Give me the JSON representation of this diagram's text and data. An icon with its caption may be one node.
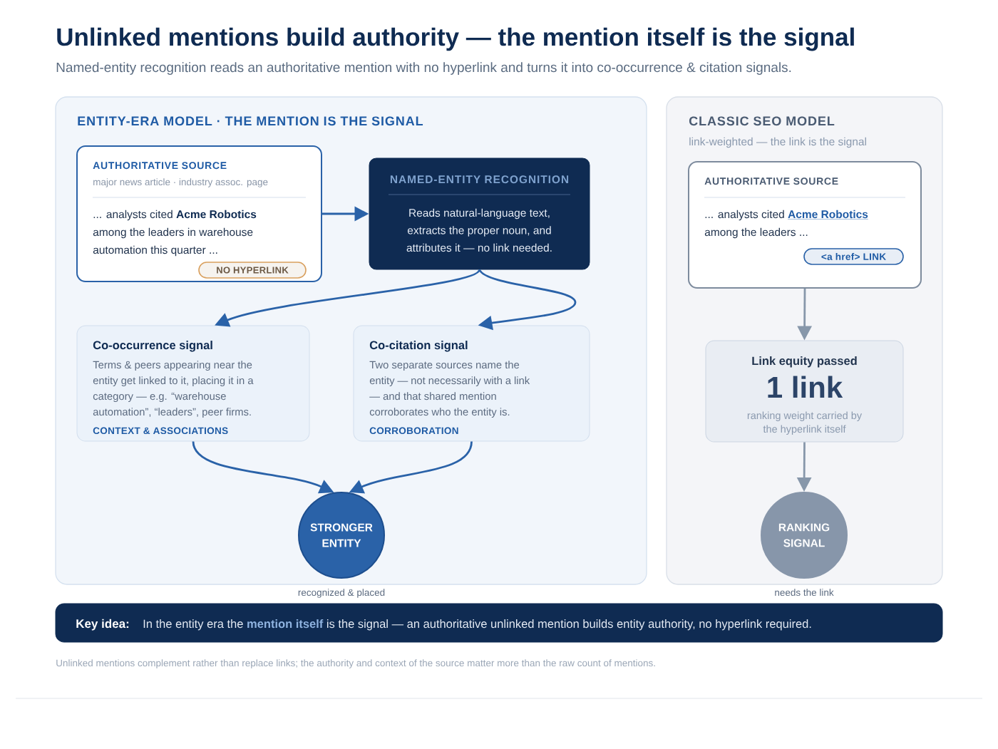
{
  "diagram": {
    "title": "Unlinked mentions build authority — the mention itself is the signal",
    "nodes": [
      {
        "text": [
          "ENTITY-ERA MODEL · THE MENTION IS THE SIGNAL"
        ]
      },
      {
        "text": [
          "AUTHORITATIVE SOURCE",
          "major news article · industry assoc. page",
          "... analysts cited **Acme Robotics** among the leaders in warehouse automation this quarter ..."
        ],
        "in": 0
      },
      {
        "text": [
          "NO HYPERLINK"
        ],
        "in": 1
      },
      {
        "text": [
          "NAMED-ENTITY RECOGNITION",
          "Reads natural-language text, extracts the proper noun, and attributes it — no link needed."
        ],
        "in": 0
      },
      {
        "text": [
          "Co-occurrence signal",
          "Terms & peers appearing near the entity get linked to it, placing it in a category — e.g. “warehouse automation”, “leaders”, peer firms.",
          "CONTEXT & ASSOCIATIONS"
        ],
        "in": 0
      },
      {
        "text": [
          "Co-citation signal",
          "Two separate sources name the entity — not necessarily with a link — and that shared mention corroborates who the entity is.",
          "CORROBORATION"
        ],
        "in": 0
      },
      {
        "text": [
          "STRONGER ENTITY"
        ],
        "beside": [
          "recognized & placed"
        ],
        "in": 0
      },
      {
        "text": [
          "CLASSIC SEO MODEL",
          "link-weighted — the link is the signal"
        ]
      },
      {
        "text": [
          "AUTHORITATIVE SOURCE",
          "... analysts cited **Acme Robotics** among the leaders ..."
        ],
        "in": 7
      },
      {
        "text": [
          "<a href> LINK"
        ],
        "in": 8
      },
      {
        "text": [
          "Link equity passed",
          "1 link",
          "ranking weight carried by the hyperlink itself"
        ],
        "in": 7
      },
      {
        "text": [
          "RANKING SIGNAL"
        ],
        "beside": [
          "needs the link"
        ],
        "in": 7
      },
      {
        "text": [
          "Key idea:",
          "In the entity era the **mention itself** is the signal — an authoritative unlinked mention builds entity authority, no hyperlink required."
        ]
      }
    ],
    "edges": [
      {
        "from": 1,
        "to": 3,
        "arrow": "to"
      },
      {
        "from": 3,
        "to": 4,
        "arrow": "to"
      },
      {
        "from": 3,
        "to": 5,
        "arrow": "to"
      },
      {
        "from": 4,
        "to": 6,
        "arrow": "to"
      },
      {
        "from": 5,
        "to": 6,
        "arrow": "to"
      },
      {
        "from": 8,
        "to": 10,
        "arrow": "to",
        "color": "#8797aa"
      },
      {
        "from": 10,
        "to": 11,
        "arrow": "to",
        "color": "#8797aa"
      }
    ],
    "labels": [
      "Named-entity recognition reads an authoritative mention with no hyperlink and turns it into co-occurrence & citation signals.",
      "Unlinked mentions complement rather than replace links; the authority and context of the source matter more than the raw count of mentions."
    ]
  }
}
